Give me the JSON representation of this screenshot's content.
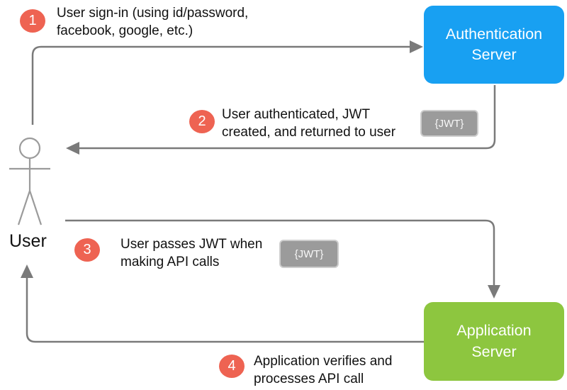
{
  "actors": {
    "user": {
      "label": "User"
    },
    "auth_server": {
      "label": "Authentication Server",
      "color": "#18A0F2"
    },
    "app_server": {
      "label": "Application Server",
      "color": "#8DC63F"
    }
  },
  "steps": [
    {
      "number": "1",
      "text": "User sign-in (using id/password, facebook, google, etc.)"
    },
    {
      "number": "2",
      "text": "User authenticated, JWT created, and returned to user"
    },
    {
      "number": "3",
      "text": "User passes JWT when making API calls"
    },
    {
      "number": "4",
      "text": "Application verifies and processes API call"
    }
  ],
  "badges": {
    "jwt_label": "{JWT}"
  },
  "colors": {
    "step_circle": "#EE6352",
    "arrow": "#7A7A7A",
    "jwt_badge_bg": "#9B9B9B",
    "stick_figure": "#9B9B9B"
  }
}
